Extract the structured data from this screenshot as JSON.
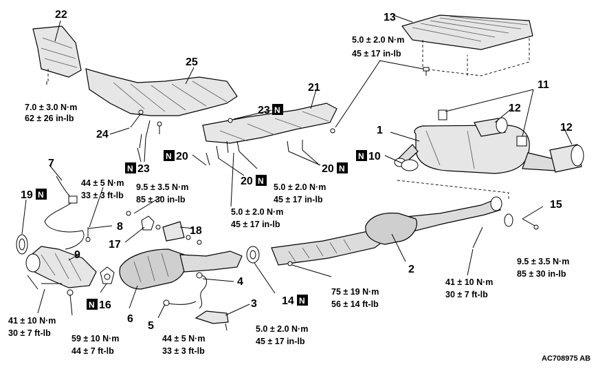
{
  "labels": {
    "p1": "1",
    "p2": "2",
    "p3": "3",
    "p4": "4",
    "p5": "5",
    "p6": "6",
    "p7": "7",
    "p8": "8",
    "p9": "9",
    "p10": "10",
    "p11": "11",
    "p12a": "12",
    "p12b": "12",
    "p13": "13",
    "p14": "14",
    "p15": "15",
    "p16": "16",
    "p17": "17",
    "p18": "18",
    "p19": "19",
    "p20a": "20",
    "p20b": "20",
    "p20c": "20",
    "p21": "21",
    "p22": "22",
    "p23a": "23",
    "p23b": "23",
    "p24": "24",
    "p25": "25"
  },
  "n_marker": "N",
  "torques": {
    "t22_nm": "7.0 ± 3.0 N·m",
    "t22_lb": "62 ± 26 in-lb",
    "t13_nm": "5.0 ± 2.0 N·m",
    "t13_lb": "45 ± 17 in-lb",
    "t8_nm": "44 ± 5 N·m",
    "t8_lb": "33 ± 3 ft-lb",
    "t17_nm": "9.5 ± 3.5 N·m",
    "t17_lb": "85 ± 30 in-lb",
    "t20a_nm": "5.0 ± 2.0 N·m",
    "t20a_lb": "45 ± 17 in-lb",
    "t20b_nm": "5.0 ± 2.0 N·m",
    "t20b_lb": "45 ± 17 in-lb",
    "t15_nm": "9.5 ± 3.5 N·m",
    "t15_lb": "85 ± 30 in-lb",
    "t2_nm": "75 ± 19 N·m",
    "t2_lb": "56 ± 14 ft-lb",
    "t41a_nm": "41 ± 10 N·m",
    "t41a_lb": "30 ± 7 ft-lb",
    "t41b_nm": "41 ± 10 N·m",
    "t41b_lb": "30 ± 7 ft-lb",
    "t59_nm": "59 ± 10 N·m",
    "t59_lb": "44 ± 7 ft-lb",
    "t5_nm": "44 ± 5 N·m",
    "t5_lb": "33 ± 3 ft-lb",
    "t3_nm": "5.0 ± 2.0 N·m",
    "t3_lb": "45 ± 17 in-lb"
  },
  "figure_code": "AC708975 AB"
}
